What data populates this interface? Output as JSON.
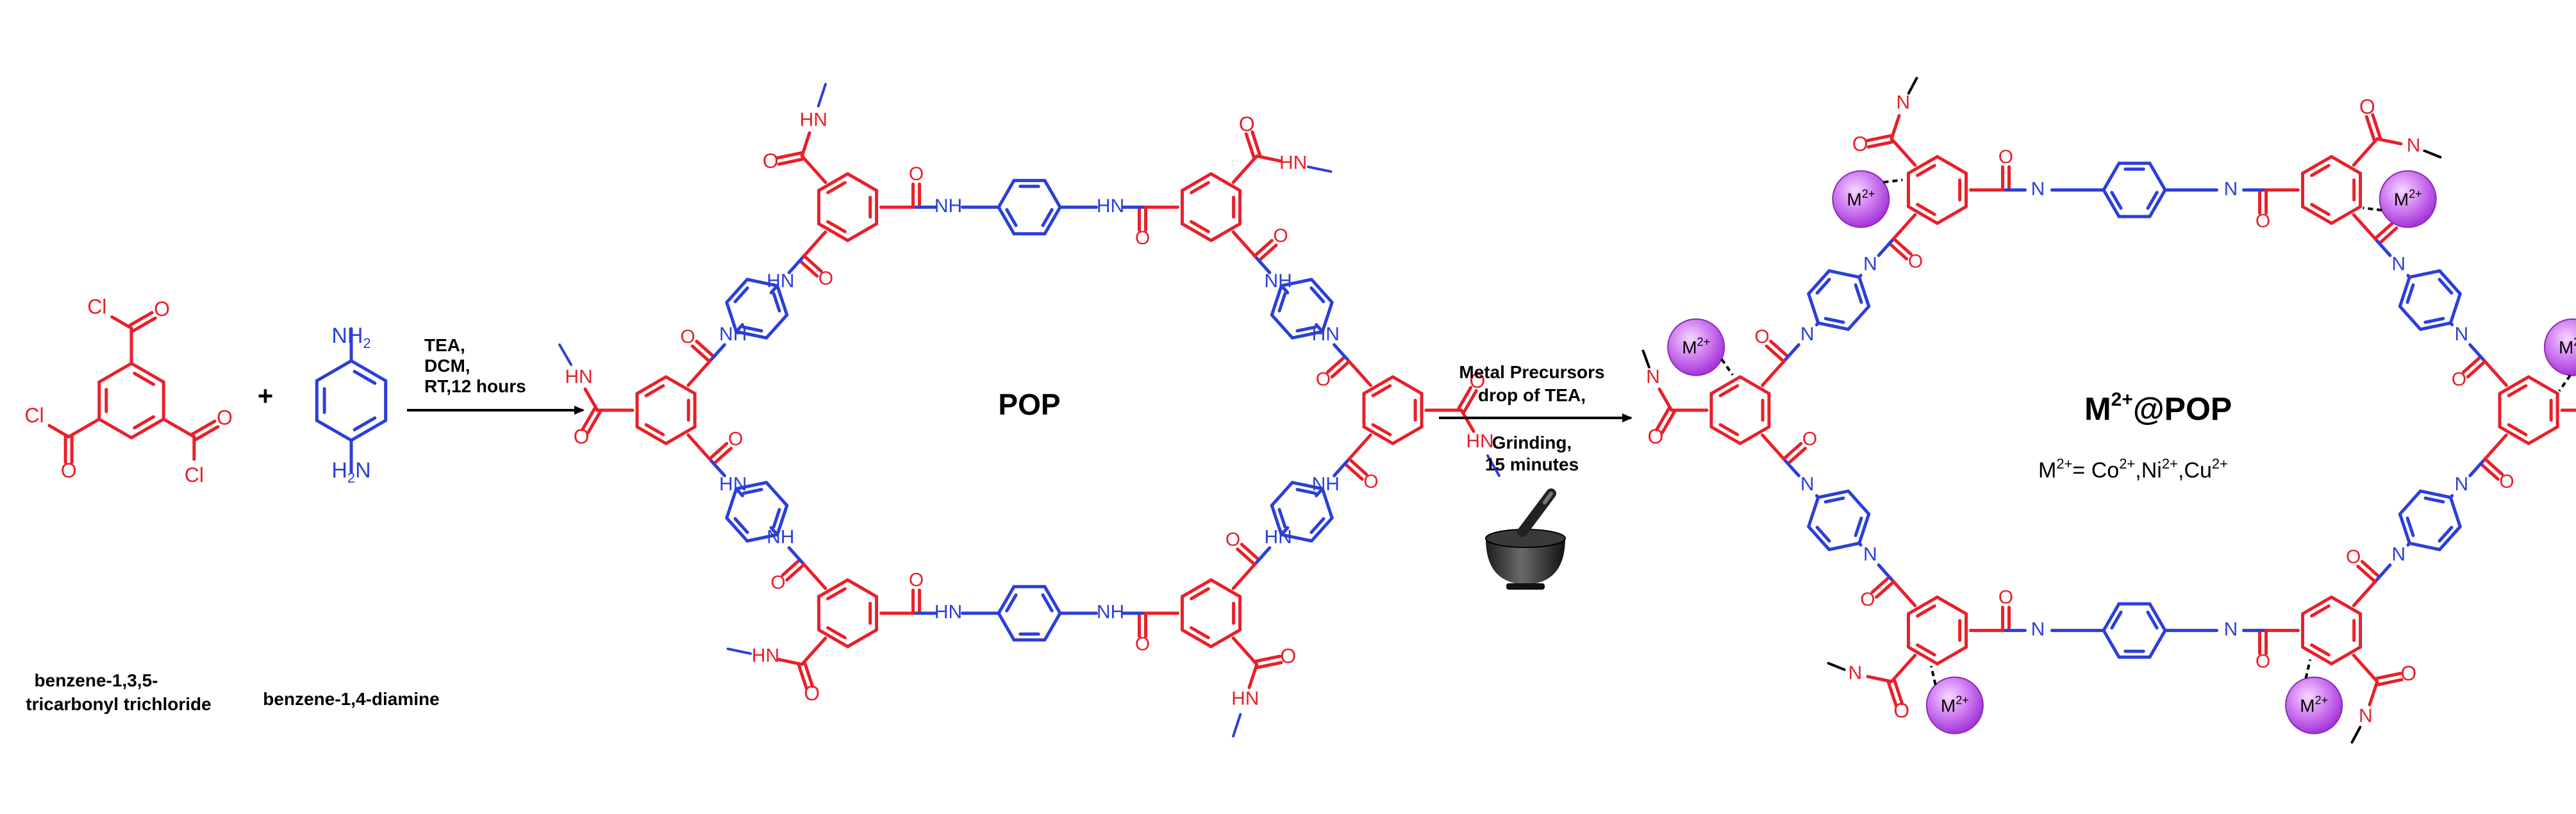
{
  "reactants": {
    "acid_chloride": {
      "name_line1": "benzene-1,3,5-",
      "name_line2": "tricarbonyl trichloride",
      "group_label": "Cl",
      "color": "#e8202a"
    },
    "plus_sign": "+",
    "diamine": {
      "name": "benzene-1,4-diamine",
      "group_label_top": "NH",
      "group_sub_top": "2",
      "group_label_bottom": "H",
      "group_sub_bottom": "2",
      "group_label_bottom_tail": "N",
      "color": "#2c3fd8"
    }
  },
  "step1": {
    "conditions": [
      "TEA,",
      "DCM,",
      "RT,12 hours"
    ]
  },
  "pop": {
    "label": "POP",
    "amide_label": "HN",
    "amide_label_alt": "NH",
    "carbonyl_label": "O",
    "tail_label": "–NH"
  },
  "step2": {
    "conditions_above": [
      "Metal Precursors",
      "drop of TEA,"
    ],
    "conditions_below": [
      "Grinding,",
      "15 minutes"
    ],
    "icon": "mortar-pestle-icon"
  },
  "product": {
    "label_main": "M",
    "label_sup": "2+",
    "label_tail": "@POP",
    "metal_label": "M",
    "metal_sup": "2+",
    "metals_line": {
      "lead": "M",
      "lead_sup": "2+",
      "eq": "= Co",
      "co_sup": "2+",
      "ni": ",Ni",
      "ni_sup": "2+",
      "cu": ",Cu",
      "cu_sup": "2+"
    },
    "n_label": "N"
  },
  "colors": {
    "red": "#e8202a",
    "blue": "#2c3fd8",
    "metal": "#c55cf0",
    "black": "#000000"
  }
}
